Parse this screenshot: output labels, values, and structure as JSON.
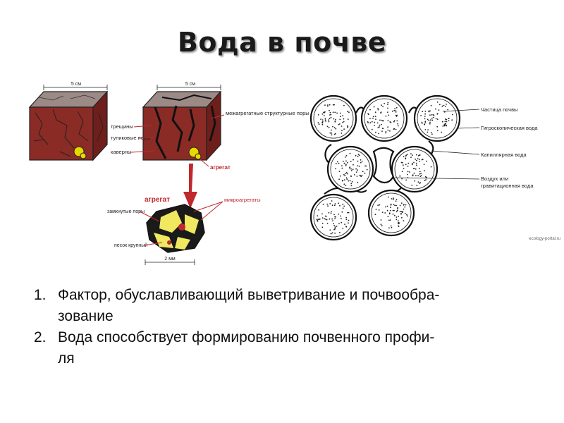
{
  "slide": {
    "title": "Вода в почве"
  },
  "left_figure": {
    "scale_top": "5 см",
    "labels": {
      "cracks": "трещины",
      "dead_end_pores": "тупиковые поры",
      "caverns": "каверны",
      "inter_aggregate_pores": "межагрегатные структурные поры",
      "aggregate_small": "агрегат",
      "aggregate_big": "агрегат",
      "microaggregates": "микроагрегаты",
      "closed_pores": "замкнутые поры",
      "coarse_sand": "песок крупный",
      "scale_bottom": "2 мм"
    }
  },
  "right_figure": {
    "labels": {
      "particle": "Частица почвы",
      "hygroscopic": "Гигроскопическая вода",
      "capillary": "Капиллярная вода",
      "air_gravity": "Воздух или гравитационная вода"
    },
    "credit": "ecology-portal.ru"
  },
  "points": [
    {
      "num": "1.",
      "line1": "Фактор, обуславливающий выветривание и почвообра-",
      "line2": "зование"
    },
    {
      "num": "2.",
      "line1": "Вода способствует формированию почвенного профи-",
      "line2": "ля"
    }
  ]
}
